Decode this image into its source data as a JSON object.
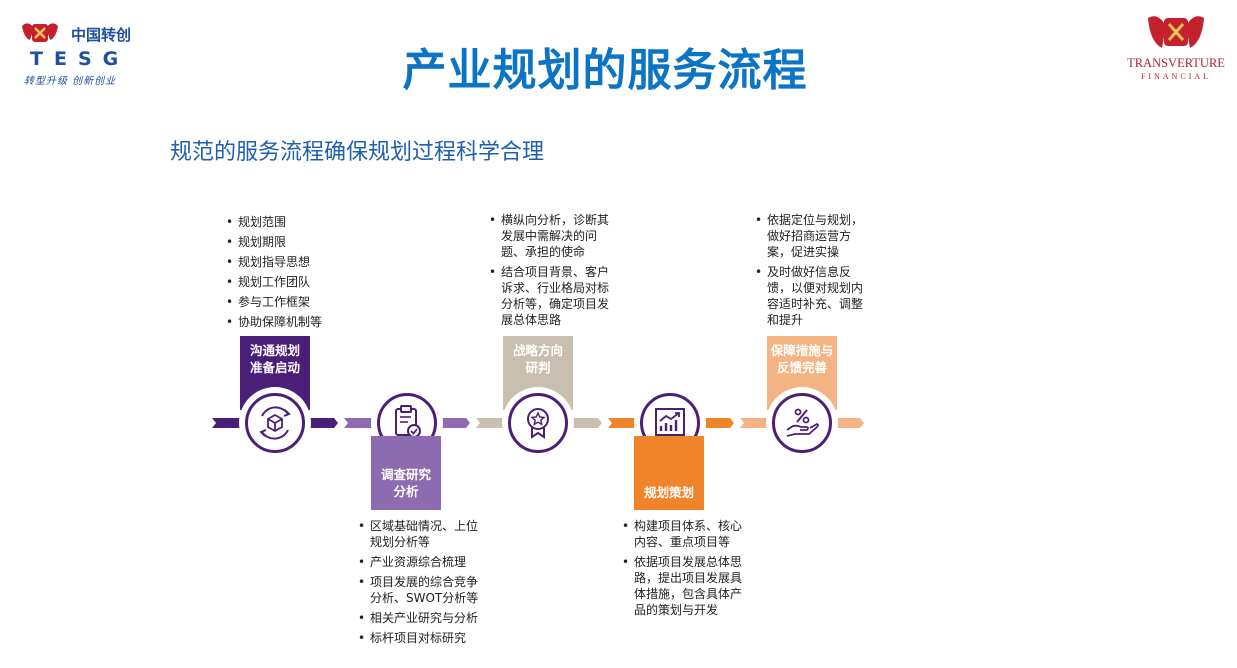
{
  "header": {
    "title": "产业规划的服务流程",
    "subtitle": "规范的服务流程确保规划过程科学合理"
  },
  "logo_left": {
    "cn_name": "中国转创",
    "brand": "TESG",
    "slogan": "转型升级 创新创业"
  },
  "logo_right": {
    "name": "TRANSVERTURE",
    "sub": "FINANCIAL"
  },
  "colors": {
    "title_blue": "#0b74c4",
    "subtitle_blue": "#1e5fae",
    "step1": "#4b1f78",
    "step2": "#8d6bb0",
    "step3": "#c8bfb0",
    "step4": "#f0842b",
    "step5": "#f4b383"
  },
  "steps": [
    {
      "label_line1": "沟通规划",
      "label_line2": "准备启动",
      "icon": "refresh-cube-icon",
      "bullets": [
        "规划范围",
        "规划期限",
        "规划指导思想",
        "规划工作团队",
        "参与工作框架",
        "协助保障机制等"
      ]
    },
    {
      "label_line1": "调查研究",
      "label_line2": "分析",
      "icon": "clipboard-check-icon",
      "bullets": [
        "区域基础情况、上位规划分析等",
        "产业资源综合梳理",
        "项目发展的综合竞争分析、SWOT分析等",
        "相关产业研究与分析",
        "标杆项目对标研究"
      ]
    },
    {
      "label_line1": "战略方向",
      "label_line2": "研判",
      "icon": "award-badge-icon",
      "bullets": [
        "横纵向分析，诊断其发展中需解决的问题、承担的使命",
        "结合项目背景、客户诉求、行业格局对标分析等，确定项目发展总体思路"
      ]
    },
    {
      "label_line1": "规划策划",
      "label_line2": "",
      "icon": "growth-chart-icon",
      "bullets": [
        "构建项目体系、核心内容、重点项目等",
        "依据项目发展总体思路，提出项目发展具体措施，包含具体产品的策划与开发"
      ]
    },
    {
      "label_line1": "保障措施与",
      "label_line2": "反馈完善",
      "icon": "percent-hand-icon",
      "bullets": [
        "依据定位与规划，做好招商运营方案，促进实操",
        "及时做好信息反馈，以便对规划内容适时补充、调整和提升"
      ]
    }
  ]
}
